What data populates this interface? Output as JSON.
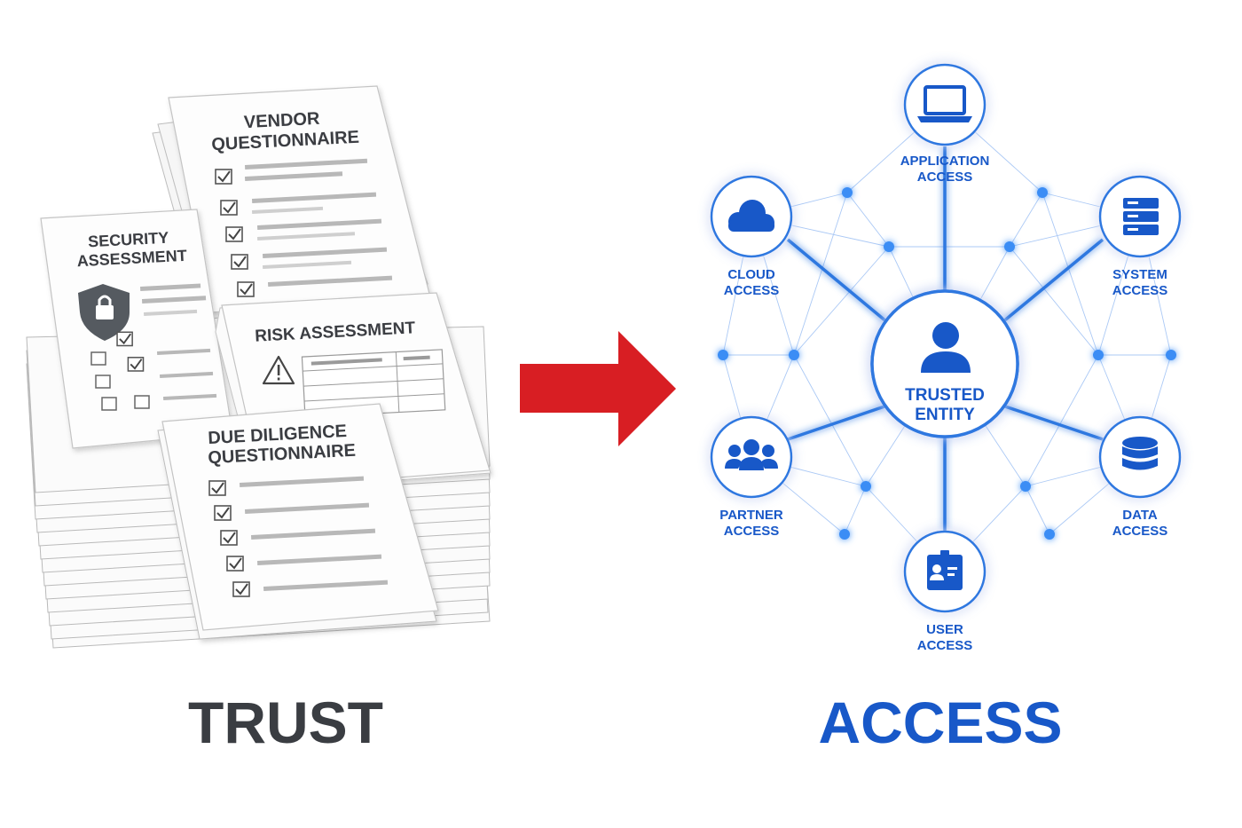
{
  "left": {
    "documents": {
      "vendor": {
        "title_line1": "VENDOR",
        "title_line2": "QUESTIONNAIRE"
      },
      "security": {
        "title_line1": "SECURITY",
        "title_line2": "ASSESSMENT"
      },
      "risk": {
        "title": "RISK ASSESSMENT"
      },
      "due": {
        "title_line1": "DUE DILIGENCE",
        "title_line2": "QUESTIONNAIRE"
      }
    },
    "caption": "TRUST"
  },
  "right": {
    "hub": {
      "line1": "TRUSTED",
      "line2": "ENTITY",
      "icon": "person-icon"
    },
    "nodes": {
      "application": {
        "line1": "APPLICATION",
        "line2": "ACCESS",
        "icon": "laptop-icon"
      },
      "cloud": {
        "line1": "CLOUD",
        "line2": "ACCESS",
        "icon": "cloud-icon"
      },
      "system": {
        "line1": "SYSTEM",
        "line2": "ACCESS",
        "icon": "server-icon"
      },
      "partner": {
        "line1": "PARTNER",
        "line2": "ACCESS",
        "icon": "group-icon"
      },
      "data": {
        "line1": "DATA",
        "line2": "ACCESS",
        "icon": "database-icon"
      },
      "user": {
        "line1": "USER",
        "line2": "ACCESS",
        "icon": "id-badge-icon"
      }
    },
    "caption": "ACCESS"
  },
  "colors": {
    "arrow": "#d81e23",
    "access_blue": "#1858c8",
    "trust_gray": "#3a3d42"
  }
}
